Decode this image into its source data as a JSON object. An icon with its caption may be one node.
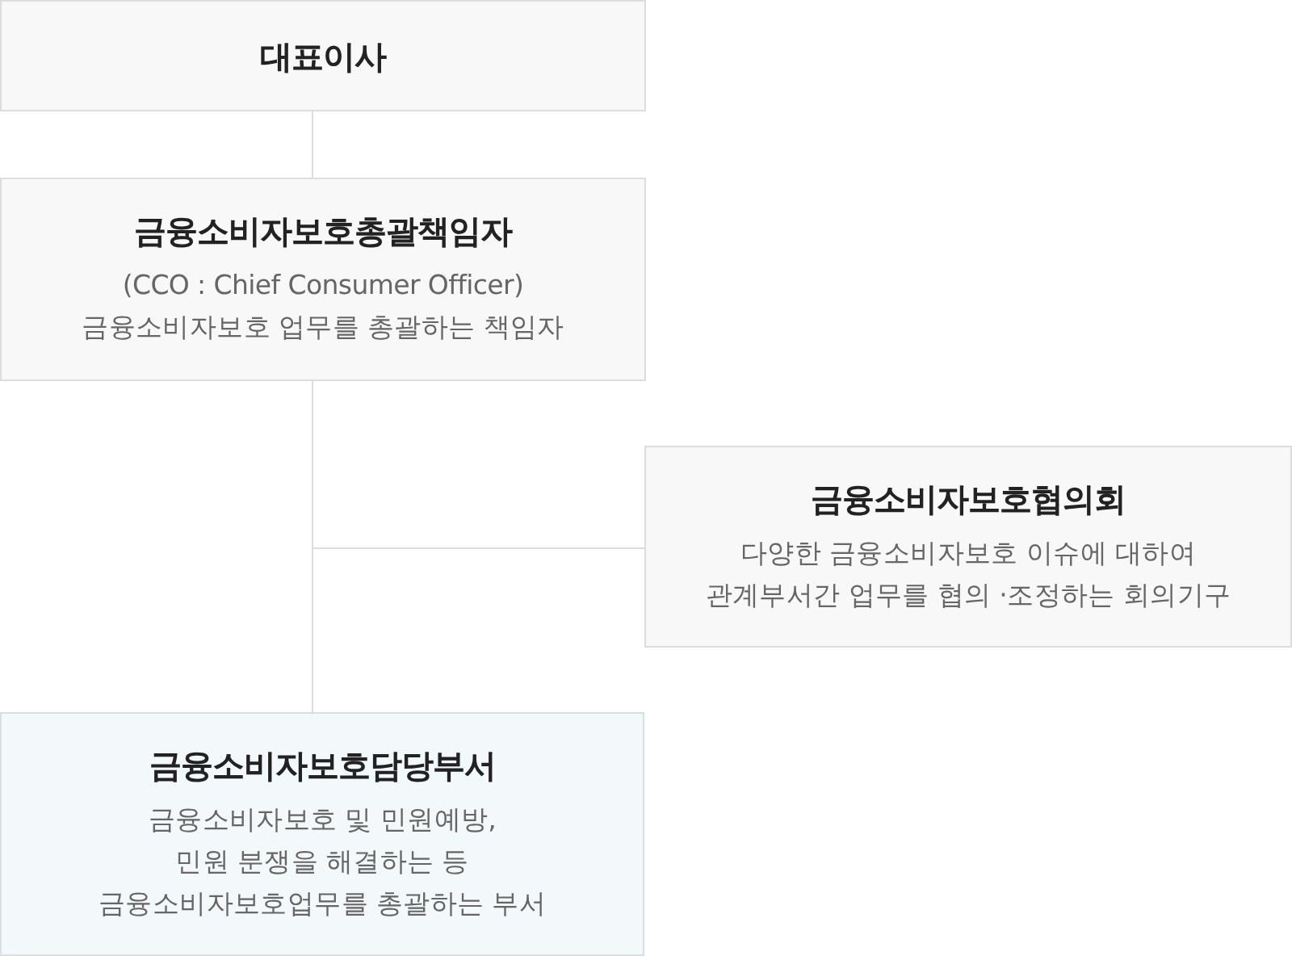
{
  "diagram": {
    "nodes": [
      {
        "text": [
          "대표이사"
        ]
      },
      {
        "text": [
          "금융소비자보호총괄책임자",
          "(CCO : Chief Consumer Officer) 금융소비자보호 업무를 총괄하는 책임자"
        ]
      },
      {
        "text": [
          "금융소비자보호협의회",
          "다양한 금융소비자보호 이슈에 대하여 관계부서간 업무를 협의 ·조정하는 회의기구"
        ]
      },
      {
        "text": [
          "금융소비자보호담당부서",
          "금융소비자보호 및 민원예방, 민원 분쟁을 해결하는 등 금융소비자보호업무를 총괄하는 부서"
        ]
      }
    ],
    "edges": [
      {
        "from": 0,
        "to": 1,
        "arrow": "none"
      },
      {
        "from": 1,
        "to": 2,
        "arrow": "none"
      },
      {
        "from": 1,
        "to": 3,
        "arrow": "none"
      }
    ]
  }
}
